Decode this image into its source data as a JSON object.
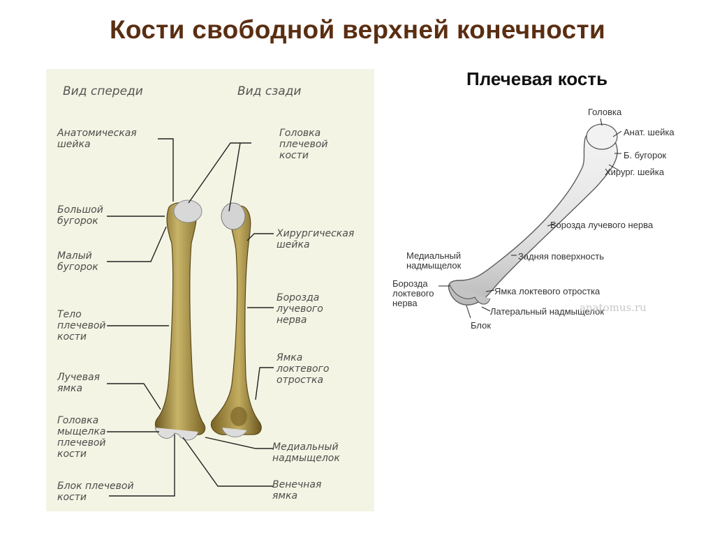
{
  "title": "Кости свободной верхней конечности",
  "left_panel": {
    "view_front": "Вид спереди",
    "view_back": "Вид сзади",
    "labels": {
      "anatomical_neck": "Анатомическая\nшейка",
      "greater_tubercle": "Большой\nбугорок",
      "lesser_tubercle": "Малый\nбугорок",
      "shaft": "Тело\nплечевой\nкости",
      "radial_fossa": "Лучевая\nямка",
      "capitulum": "Головка\nмыщелка\nплечевой\nкости",
      "trochlea": "Блок плечевой\nкости",
      "head": "Головка\nплечевой\nкости",
      "surgical_neck": "Хирургическая\nшейка",
      "radial_groove": "Борозда\nлучевого\nнерва",
      "olecranon_fossa": "Ямка\nлоктевого\nотростка",
      "medial_epicondyle": "Медиальный\nнадмыщелок",
      "coronoid_fossa": "Венечная\nямка"
    }
  },
  "right_panel": {
    "title": "Плечевая кость",
    "labels": {
      "head": "Головка",
      "anat_neck": "Анат. шейка",
      "greater_tubercle": "Б. бугорок",
      "surgical_neck": "Хирург. шейка",
      "radial_groove": "Борозда лучевого нерва",
      "posterior_surface": "Задняя поверхность",
      "medial_epicondyle": "Медиальный\nнадмыщелок",
      "ulnar_groove": "Борозда\nлоктевого\nнерва",
      "olecranon_fossa": "Ямка локтевого отростка",
      "lateral_epicondyle": "Латеральный надмыщелок",
      "trochlea": "Блок"
    },
    "watermark": "anatomus.ru"
  },
  "colors": {
    "title": "#5a2e12",
    "left_background": "#f3f4e3",
    "bone_fill": "#a88f3c",
    "bone_dark": "#6e5a22",
    "bone_light": "#cdb870",
    "cartilage": "#d6d6d6"
  }
}
